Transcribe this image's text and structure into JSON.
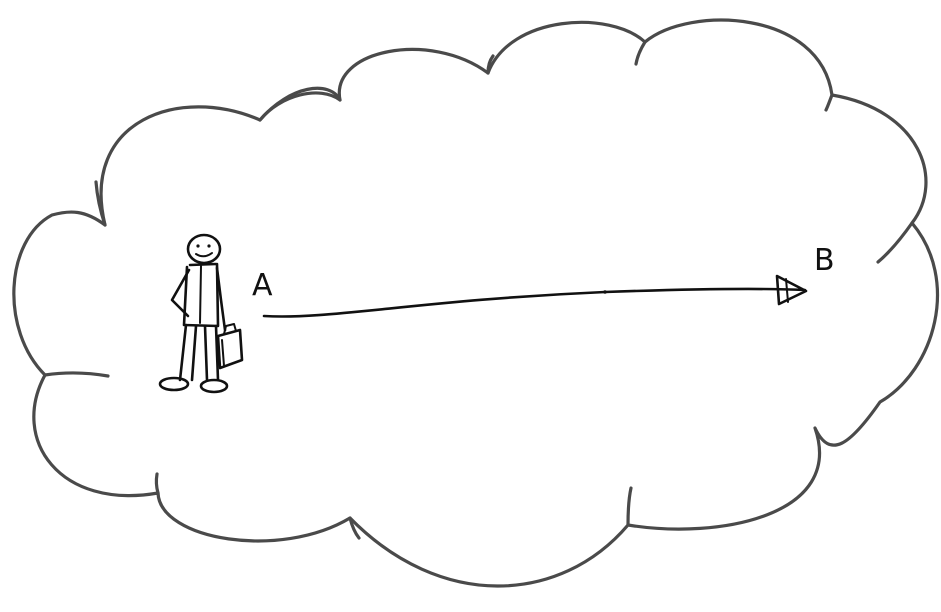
{
  "diagram": {
    "start_label": "A",
    "end_label": "B",
    "colors": {
      "cloud_stroke": "#4a4a4a",
      "ink": "#111111",
      "background": "#ffffff"
    },
    "icons": {
      "person": "stick-figure-with-briefcase",
      "container": "cloud-shape",
      "arrow": "hand-drawn-arrow"
    }
  }
}
